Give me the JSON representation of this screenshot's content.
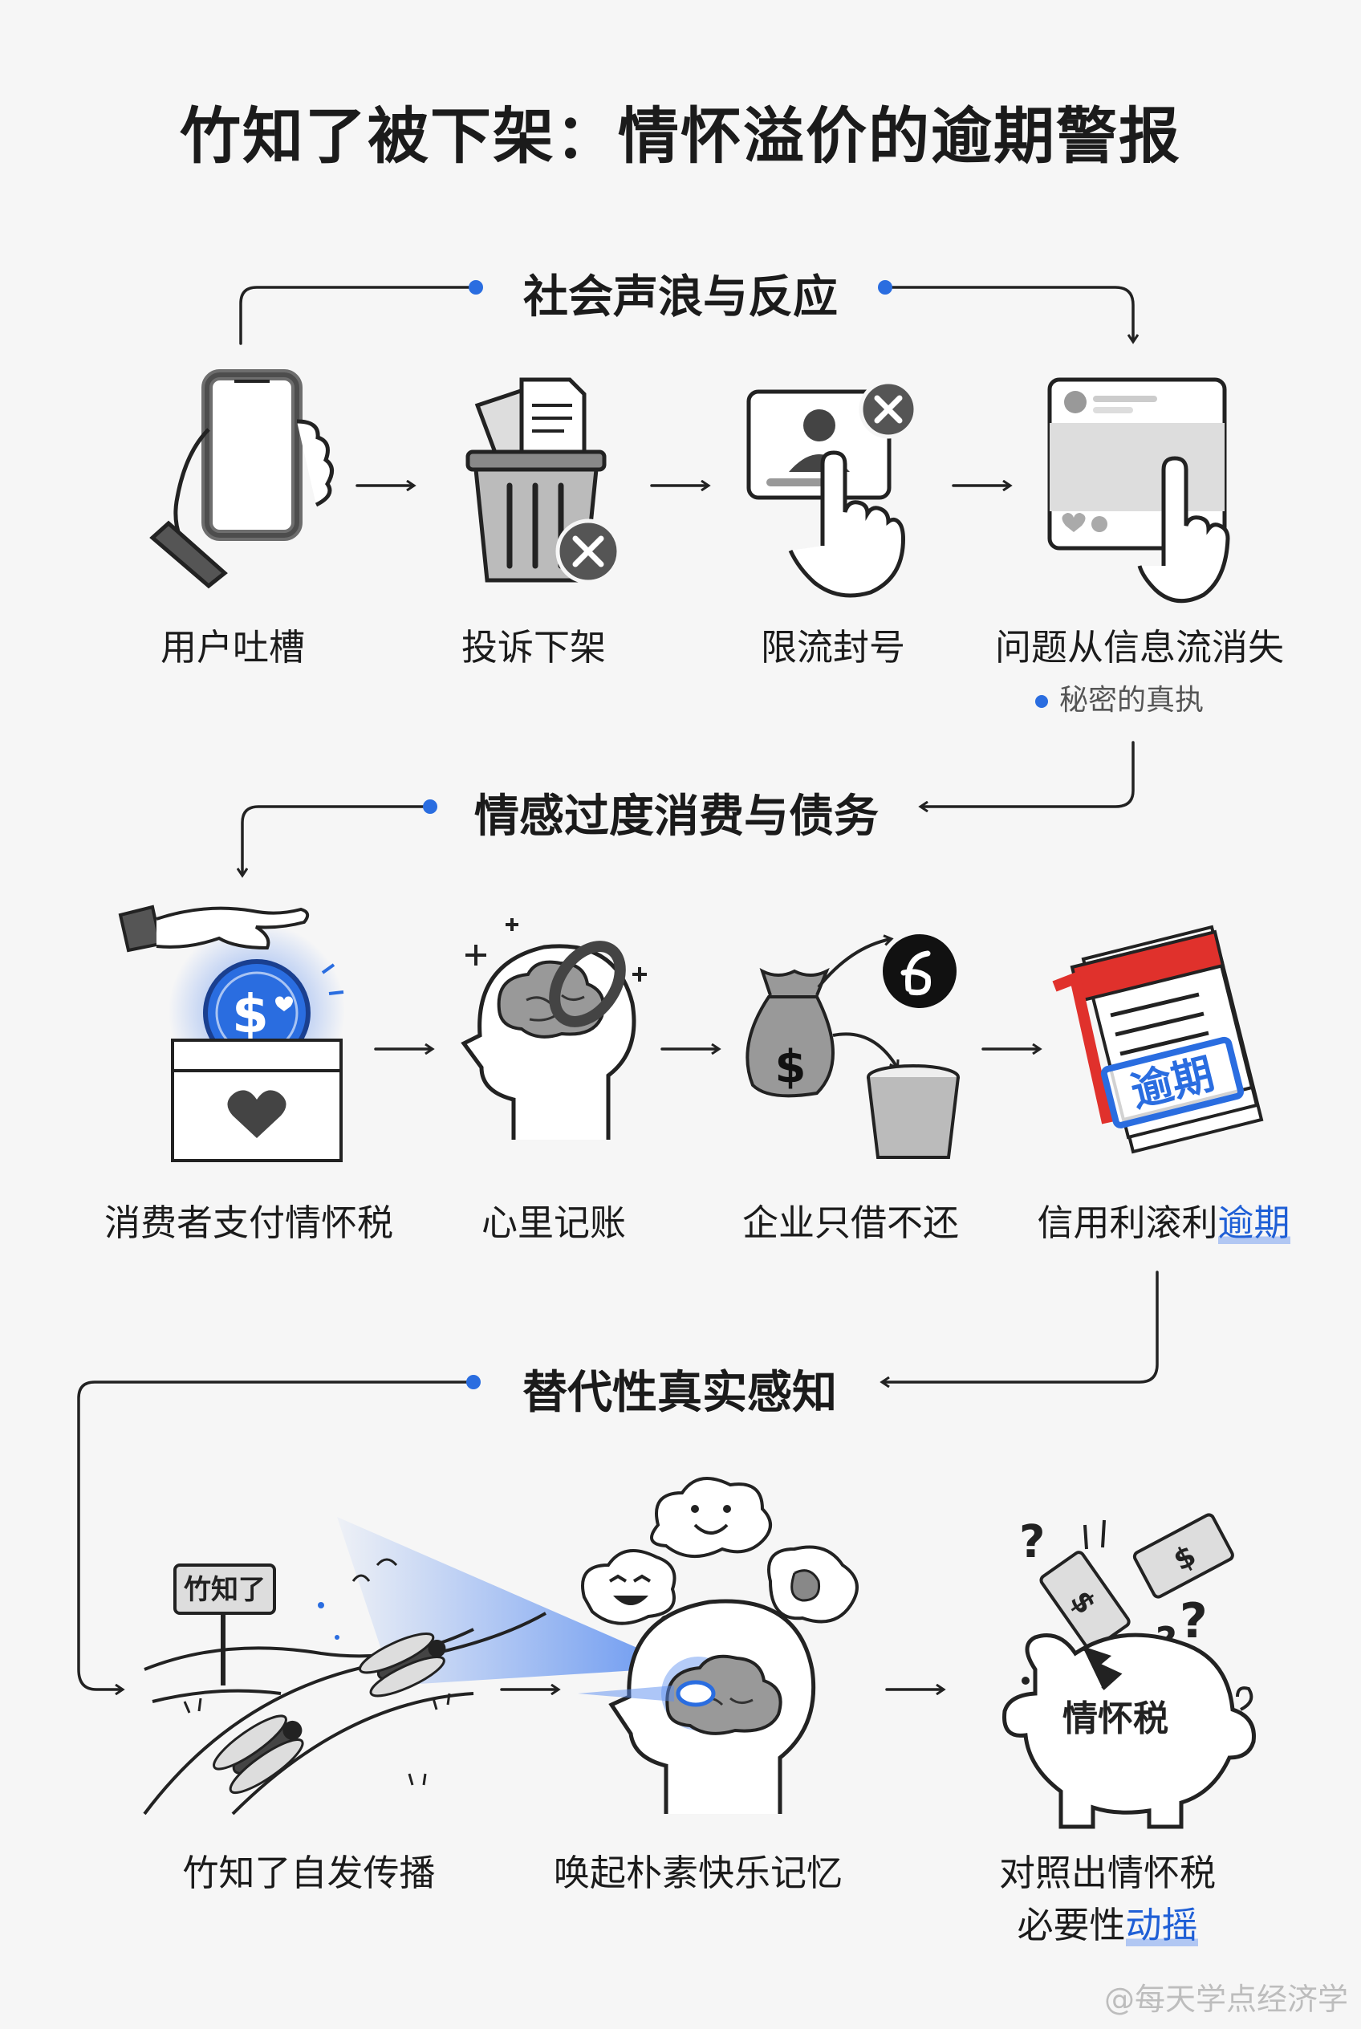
{
  "title": "竹知了被下架：情怀溢价的逾期警报",
  "sections": [
    {
      "title": "社会声浪与反应",
      "steps": [
        {
          "label": "用户吐槽"
        },
        {
          "label": "投诉下架"
        },
        {
          "label": "限流封号"
        },
        {
          "label": "问题从信息流消失",
          "note": "秘密的真执"
        }
      ]
    },
    {
      "title": "情感过度消费与债务",
      "steps": [
        {
          "label": "消费者支付情怀税"
        },
        {
          "label": "心里记账"
        },
        {
          "label": "企业只借不还"
        },
        {
          "label_main": "信用利滚利",
          "label_highlight": "逾期"
        }
      ]
    },
    {
      "title": "替代性真实感知",
      "steps": [
        {
          "label": "竹知了自发传播"
        },
        {
          "label": "唤起朴素快乐记忆"
        },
        {
          "label_line1": "对照出情怀税",
          "label_line2_main": "必要性",
          "label_line2_highlight": "动摇"
        }
      ]
    }
  ],
  "illustration_text": {
    "stamp": "逾期",
    "signpost": "竹知了",
    "piggy": "情怀税"
  },
  "watermark": "@每天学点经济学",
  "colors": {
    "accent": "#2a6de0",
    "red": "#e0312c",
    "ink": "#1b1b1b"
  }
}
